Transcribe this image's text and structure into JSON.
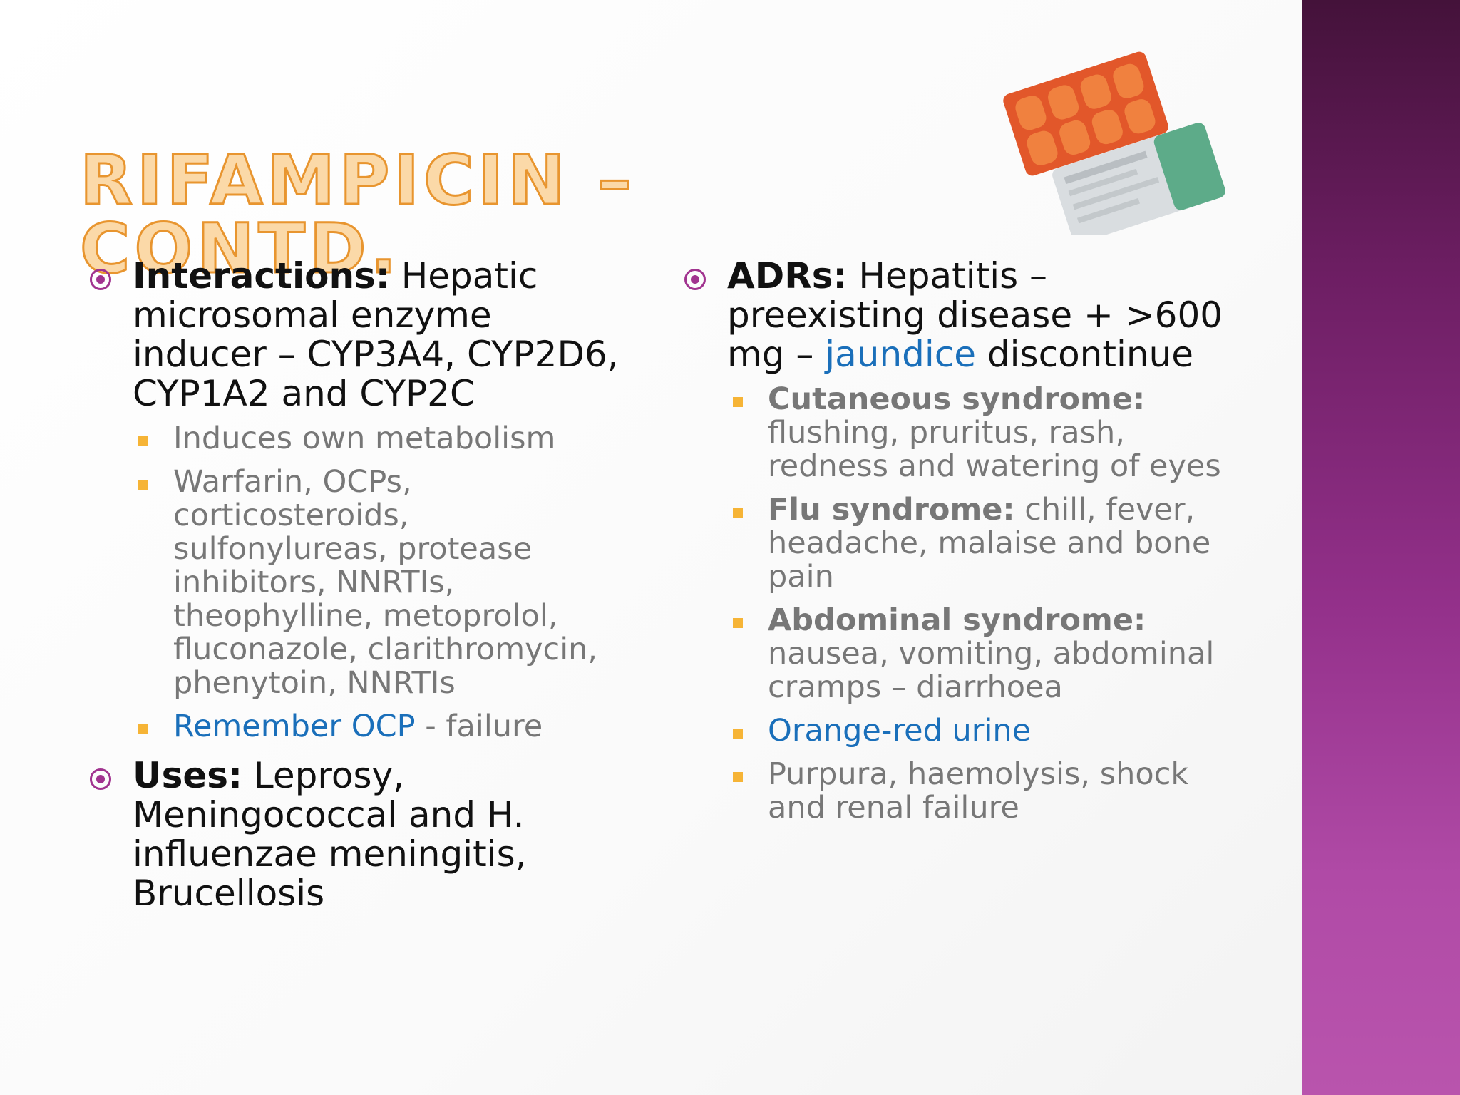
{
  "title": "Rifampicin – contd.",
  "left": {
    "interactions": {
      "label": "Interactions:",
      "text": " Hepatic microsomal enzyme inducer – CYP3A4, CYP2D6, CYP1A2 and CYP2C",
      "sub": {
        "item1": "Induces own metabolism",
        "item2": "Warfarin, OCPs, corticosteroids, sulfonylureas, protease inhibitors, NNRTIs, theophylline, metoprolol, fluconazole, clarithromycin, phenytoin, NNRTIs",
        "item3_highlight": "Remember OCP",
        "item3_rest": " - failure"
      }
    },
    "uses": {
      "label": "Uses:",
      "text": " Leprosy, Meningococcal and H. influenzae meningitis, Brucellosis"
    }
  },
  "right": {
    "adrs": {
      "label": "ADRs:",
      "text_before": " Hepatitis – preexisting disease +  >600 mg – ",
      "highlight": "jaundice",
      "text_after": " discontinue",
      "sub": {
        "cutaneous_label": "Cutaneous syndrome:",
        "cutaneous_text": " flushing, pruritus, rash, redness and watering of eyes",
        "flu_label": "Flu syndrome:",
        "flu_text": " chill, fever, headache, malaise and bone pain",
        "abdominal_label": "Abdominal syndrome:",
        "abdominal_text": " nausea, vomiting, abdominal cramps – diarrhoea",
        "urine": "Orange-red urine",
        "purpura": "Purpura, haemolysis, shock and renal failure"
      }
    }
  },
  "image": {
    "icon": "blister-pack-image"
  },
  "colors": {
    "bullet_purple": "#a1338f",
    "bullet_orange": "#f6b436",
    "highlight_blue": "#1a6fba",
    "title_orange": "#e8952f"
  }
}
